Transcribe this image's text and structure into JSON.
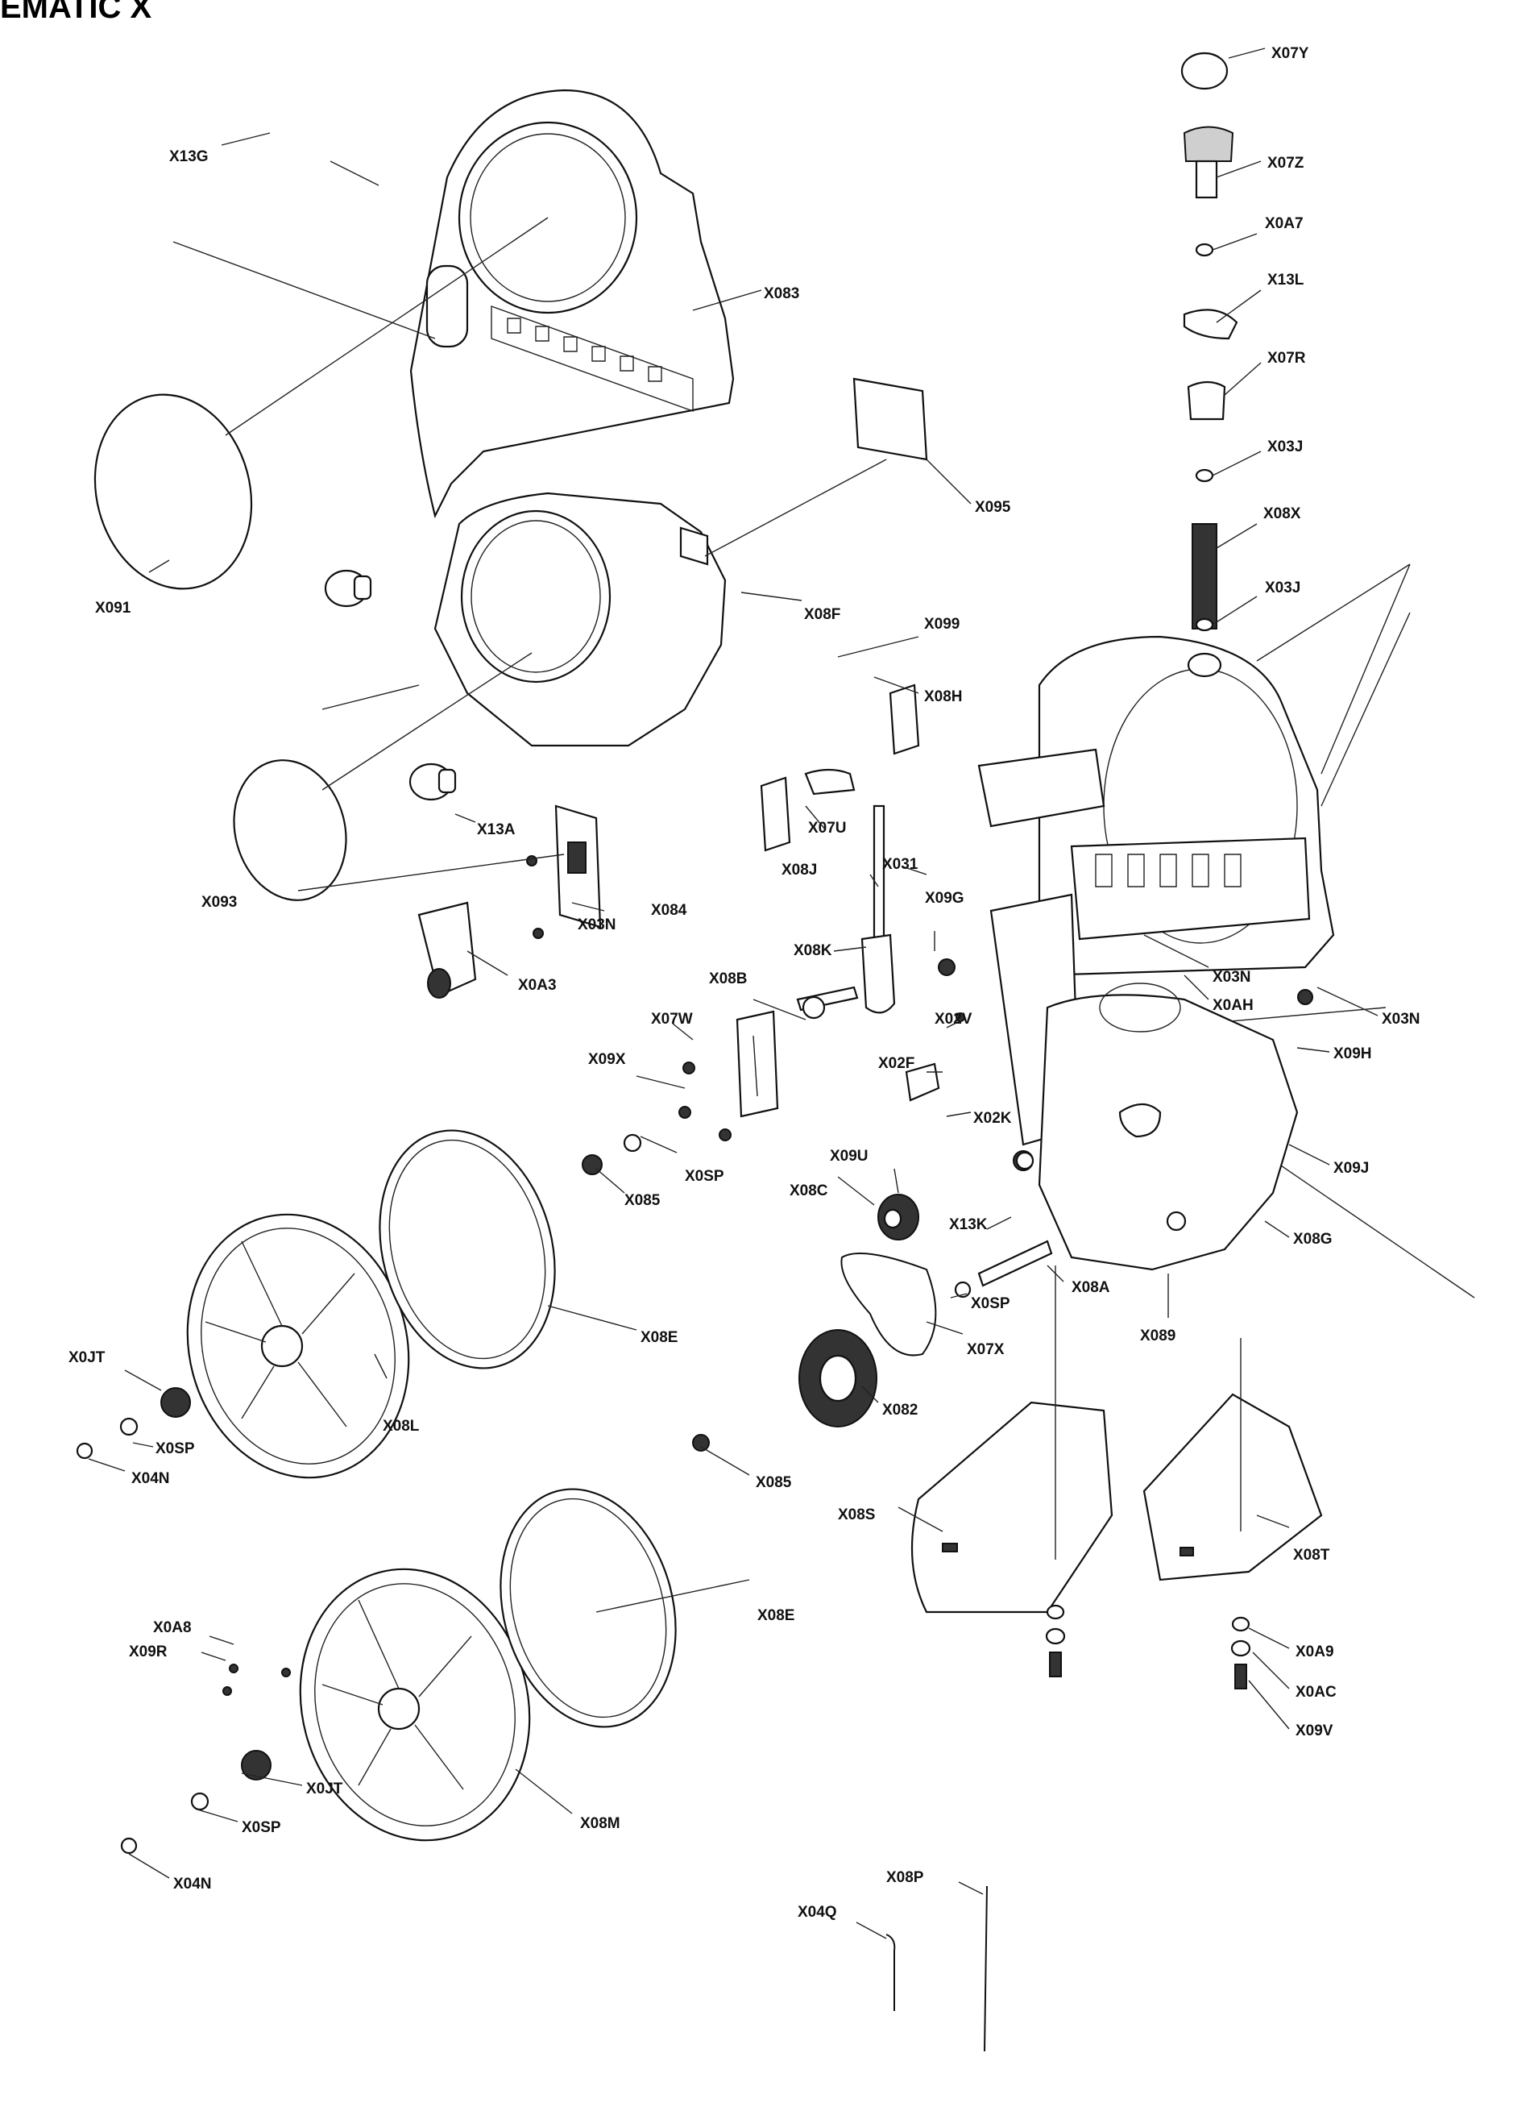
{
  "header": {
    "title": "EMATIC X"
  },
  "parts": {
    "X13G": "X13G",
    "X083": "X083",
    "X091": "X091",
    "X095": "X095",
    "X08F": "X08F",
    "X099": "X099",
    "X08H": "X08H",
    "X093": "X093",
    "X13A": "X13A",
    "X084": "X084",
    "X03N_a": "X03N",
    "X0A3": "X0A3",
    "X07U": "X07U",
    "X08J": "X08J",
    "X031": "X031",
    "X09G": "X09G",
    "X08K": "X08K",
    "X08B": "X08B",
    "X07W": "X07W",
    "X09X": "X09X",
    "X02V": "X02V",
    "X02F": "X02F",
    "X02K": "X02K",
    "X09U": "X09U",
    "X08C": "X08C",
    "X0SP_a": "X0SP",
    "X085_a": "X085",
    "X13K": "X13K",
    "X08A": "X08A",
    "X0SP_b": "X0SP",
    "X07X": "X07X",
    "X089": "X089",
    "X08E_a": "X08E",
    "X0JT_a": "X0JT",
    "X08L": "X08L",
    "X0SP_c": "X0SP",
    "X04N_a": "X04N",
    "X082": "X082",
    "X085_b": "X085",
    "X08S": "X08S",
    "X08T": "X08T",
    "X08E_b": "X08E",
    "X0A8": "X0A8",
    "X09R": "X09R",
    "X0JT_b": "X0JT",
    "X0SP_d": "X0SP",
    "X04N_b": "X04N",
    "X08M": "X08M",
    "X0A9": "X0A9",
    "X0AC": "X0AC",
    "X09V": "X09V",
    "X08P": "X08P",
    "X04Q": "X04Q",
    "X07Y": "X07Y",
    "X07Z": "X07Z",
    "X0A7": "X0A7",
    "X13L": "X13L",
    "X07R": "X07R",
    "X03J_a": "X03J",
    "X08X": "X08X",
    "X03J_b": "X03J",
    "X03N_b": "X03N",
    "X0AH": "X0AH",
    "X03N_c": "X03N",
    "X09H": "X09H",
    "X09J": "X09J",
    "X08G": "X08G"
  }
}
